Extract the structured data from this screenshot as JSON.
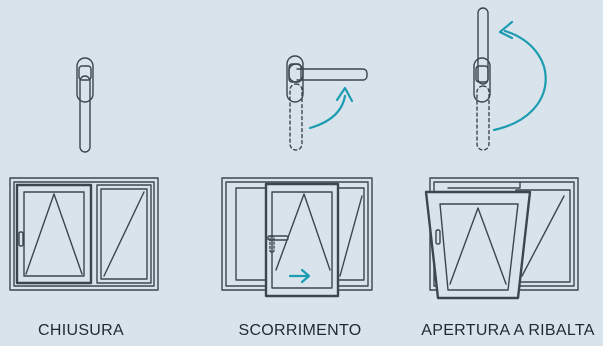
{
  "colors": {
    "background": "#d9e3ec",
    "line": "#3a4650",
    "accent": "#1b9cb0"
  },
  "panels": [
    {
      "caption": "CHIUSURA",
      "handle_state": "down-closed",
      "motion": "none"
    },
    {
      "caption": "SCORRIMENTO",
      "handle_state": "horizontal",
      "motion": "slide-right"
    },
    {
      "caption": "APERTURA A RIBALTA",
      "handle_state": "up",
      "motion": "tilt"
    }
  ]
}
